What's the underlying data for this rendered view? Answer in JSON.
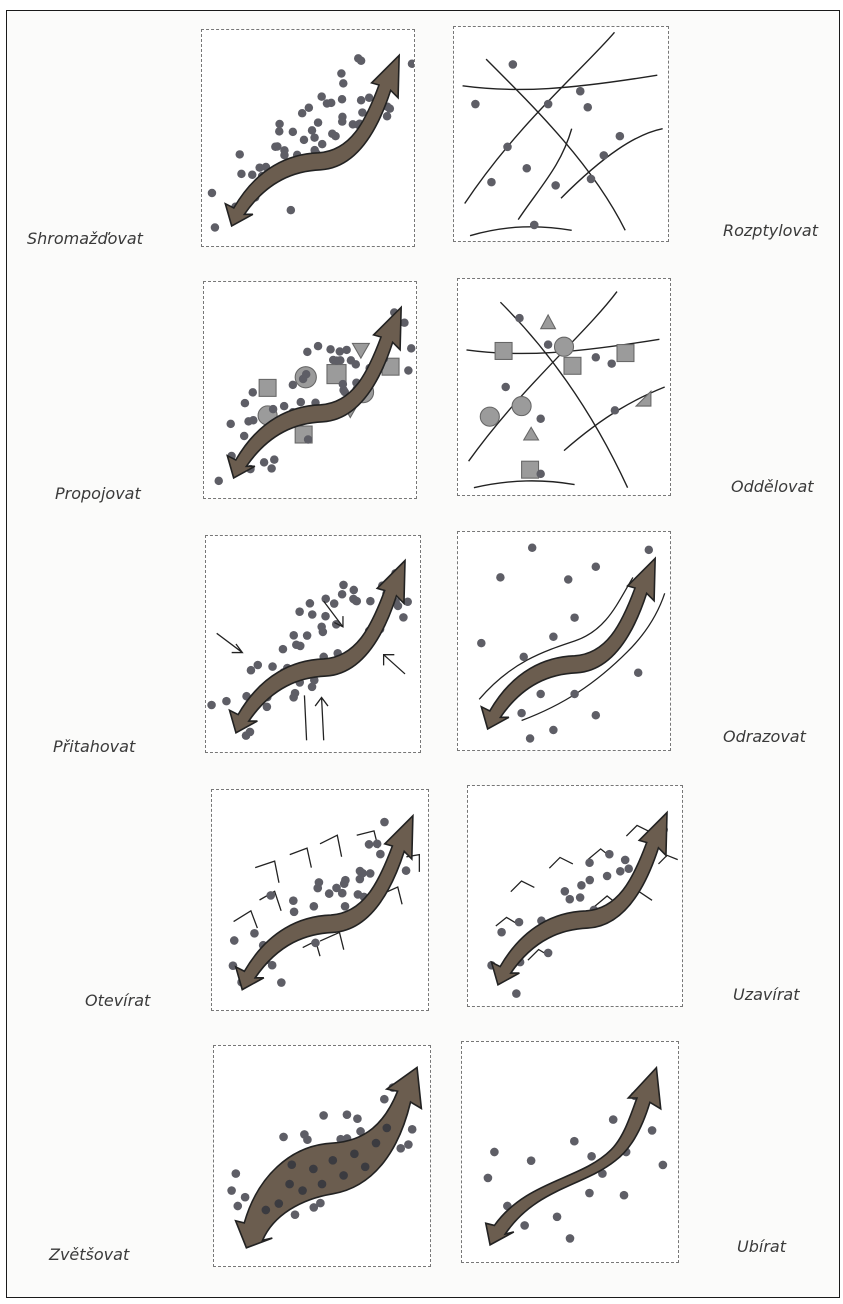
{
  "colors": {
    "arrow": "#6b5d4f",
    "dot": "#5e5e66",
    "shape": "#9b9b9b",
    "line": "#222222"
  },
  "labels": {
    "gather": "Shromažďovat",
    "scatter": "Rozptylovat",
    "connect": "Propojovat",
    "separate": "Oddělovat",
    "attract": "Přitahovat",
    "reflect": "Odrazovat",
    "open": "Otevírat",
    "close": "Uzavírat",
    "enlarge": "Zvětšovat",
    "reduce": "Ubírat"
  }
}
